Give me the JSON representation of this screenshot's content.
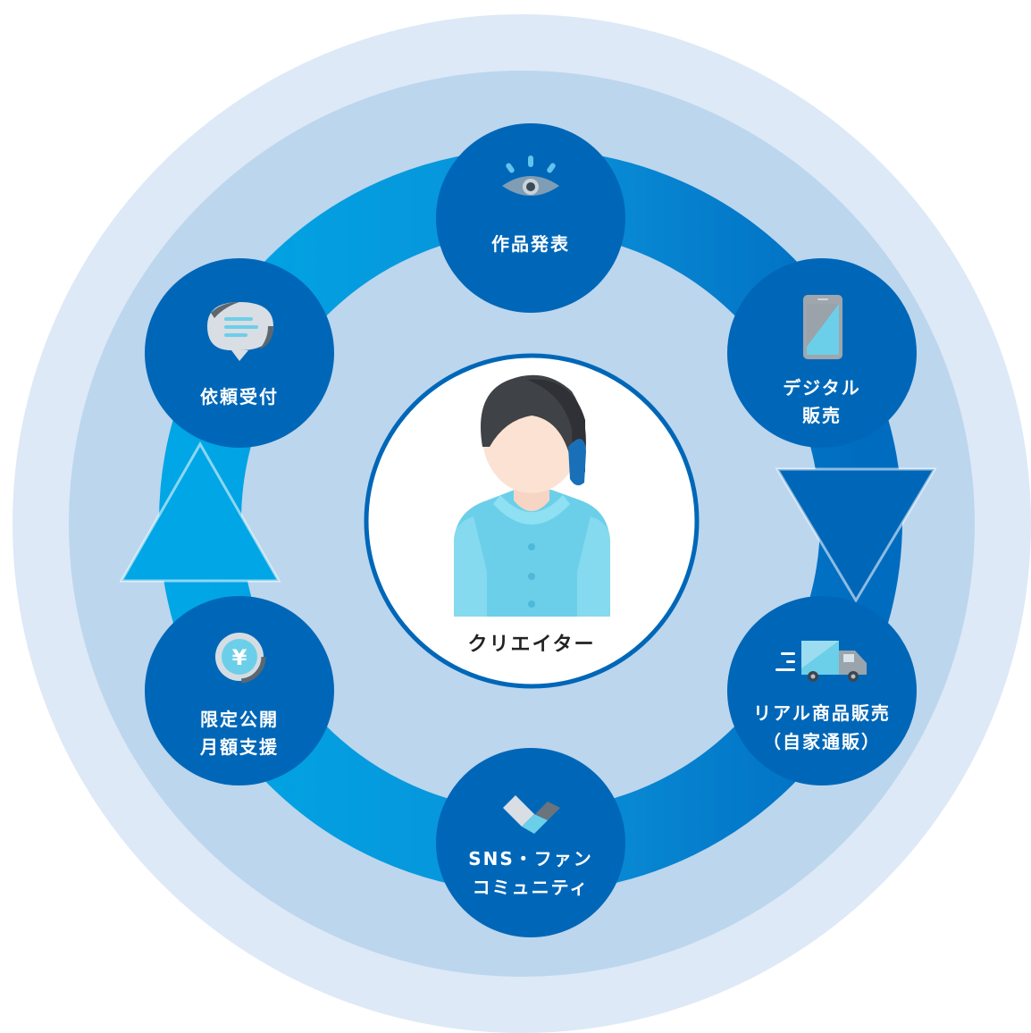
{
  "colors": {
    "outer_ring": "#dde9f6",
    "middle_ring": "#bcd6ee",
    "cycle_light": "#00a6e5",
    "cycle_dark": "#0069bd",
    "node_fill": "#0067b8",
    "center_border": "#0067b8",
    "center_fill": "#ffffff"
  },
  "center": {
    "label": "クリエイター",
    "icon": "person-icon"
  },
  "nodes": [
    {
      "id": "publish",
      "icon": "eye-icon",
      "lines": [
        "作品発表"
      ]
    },
    {
      "id": "digital",
      "icon": "smartphone-icon",
      "lines": [
        "デジタル",
        "販売"
      ]
    },
    {
      "id": "goods",
      "icon": "delivery-truck-icon",
      "lines": [
        "リアル商品販売",
        "（自家通販）"
      ]
    },
    {
      "id": "sns",
      "icon": "heart-logo-icon",
      "lines": [
        "SNS・ファン",
        "コミュニティ"
      ]
    },
    {
      "id": "support",
      "icon": "yen-coin-icon",
      "lines": [
        "限定公開",
        "月額支援"
      ]
    },
    {
      "id": "commission",
      "icon": "chat-bubble-icon",
      "lines": [
        "依頼受付"
      ]
    }
  ]
}
